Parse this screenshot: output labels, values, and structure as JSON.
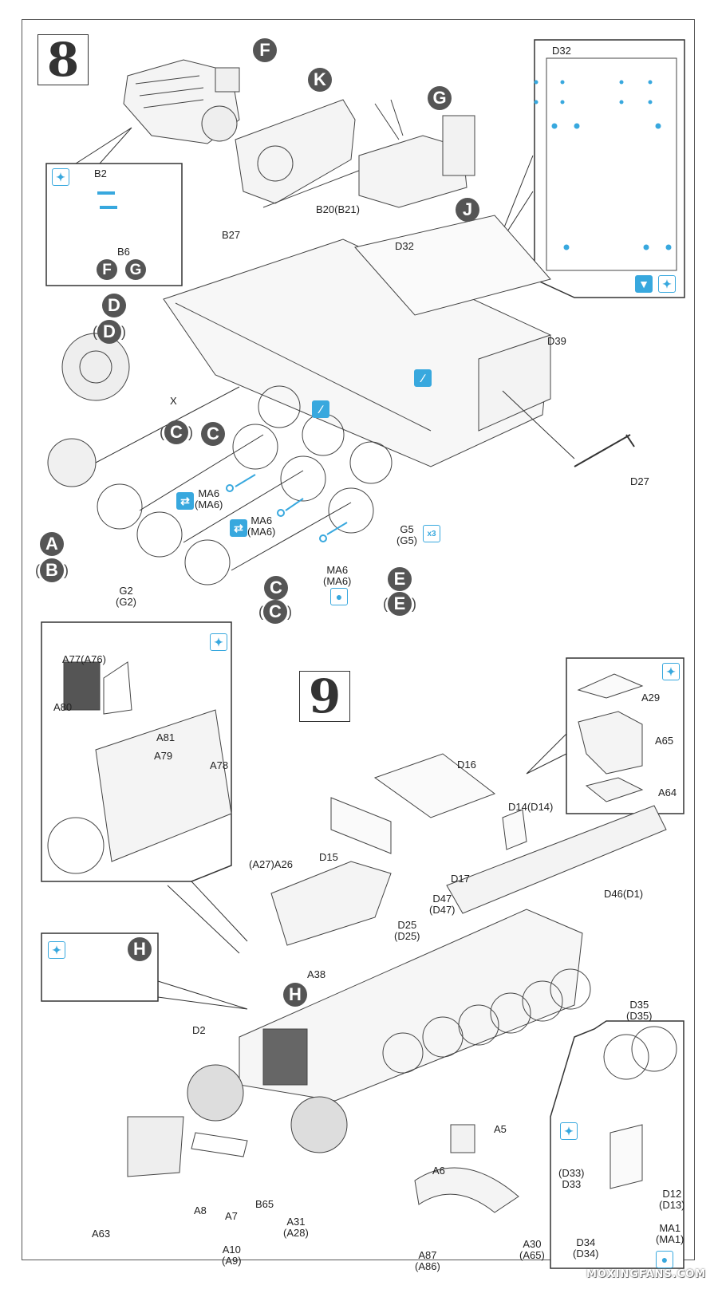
{
  "steps": [
    {
      "number": "8",
      "labels": {
        "B2": "B2",
        "B6": "B6",
        "B27": "B27",
        "B20": "B20(B21)",
        "D32_top": "D32",
        "D32_inset": "D32",
        "D39": "D39",
        "D27": "D27",
        "X": "X",
        "MA6_1a": "MA6",
        "MA6_1b": "(MA6)",
        "MA6_2a": "MA6",
        "MA6_2b": "(MA6)",
        "MA6_3a": "MA6",
        "MA6_3b": "(MA6)",
        "G2a": "G2",
        "G2b": "(G2)",
        "G5a": "G5",
        "G5b": "(G5)"
      },
      "subassembly_badges": [
        "F",
        "K",
        "G",
        "J",
        "D",
        "A",
        "B",
        "C",
        "E",
        "F",
        "G"
      ],
      "paren_open": "(",
      "paren_close": ")",
      "multiplier": "x3"
    },
    {
      "number": "9",
      "labels": {
        "A77": "A77(A76)",
        "A80": "A80",
        "A81": "A81",
        "A79": "A79",
        "A78": "A78",
        "A29": "A29",
        "A65": "A65",
        "A64": "A64",
        "D16": "D16",
        "D15": "D15",
        "D17": "D17",
        "D14": "D14(D14)",
        "D46": "D46(D1)",
        "A26": "(A27)A26",
        "A38": "A38",
        "D47a": "D47",
        "D47b": "(D47)",
        "D25a": "D25",
        "D25b": "(D25)",
        "D35a": "D35",
        "D35b": "(D35)",
        "D2": "D2",
        "A5": "A5",
        "A6": "A6",
        "A63": "A63",
        "A8": "A8",
        "A7": "A7",
        "B65": "B65",
        "A31a": "A31",
        "A31b": "(A28)",
        "A10a": "A10",
        "A10b": "(A9)",
        "A87a": "A87",
        "A87b": "(A86)",
        "A30a": "A30",
        "A30b": "(A65)",
        "D33a": "(D33)",
        "D33b": "D33",
        "D12a": "D12",
        "D12b": "(D13)",
        "MA1a": "MA1",
        "MA1b": "(MA1)",
        "D34a": "D34",
        "D34b": "(D34)"
      },
      "subassembly_badges": [
        "H",
        "H"
      ]
    }
  ],
  "icons": {
    "paint": "paint-brush-icon",
    "cement": "glue-icon",
    "flip": "flip-icon",
    "photoetch": "hatched-decal-icon",
    "drop": "drop-icon"
  },
  "watermark": "MOXINGFANS.COM",
  "colors": {
    "accent": "#38a8de",
    "badge": "#555555",
    "line": "#333333"
  }
}
